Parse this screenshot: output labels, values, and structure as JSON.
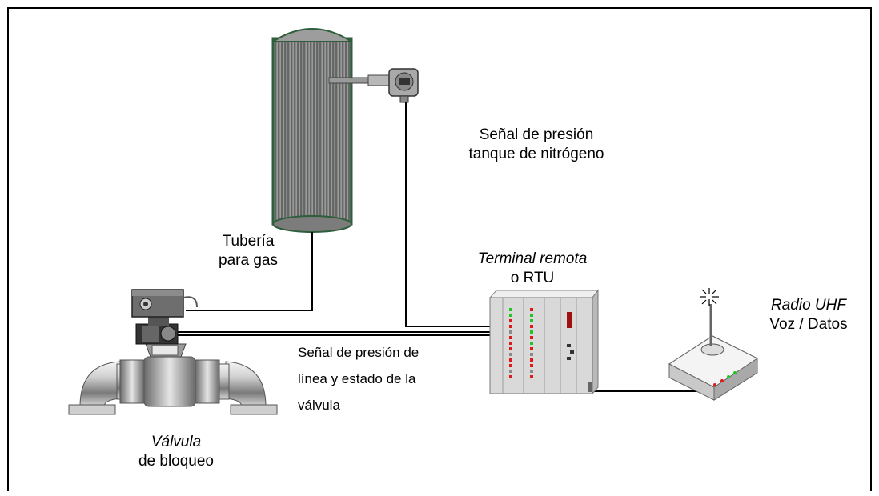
{
  "labels": {
    "tank_signal_line1": "Señal de presión",
    "tank_signal_line2": "tanque de nitrógeno",
    "pipe_line1": "Tubería",
    "pipe_line2": "para gas",
    "rtu_line1": "Terminal remota",
    "rtu_line2": "o RTU",
    "radio_line1": "Radio UHF",
    "radio_line2": "Voz / Datos",
    "line_signal_1": "Señal de presión de",
    "line_signal_2": "línea  y estado  de la",
    "line_signal_3": "válvula",
    "valve_line1": "Válvula",
    "valve_line2": "de bloqueo"
  },
  "colors": {
    "tank_edge": "#2e5e3a",
    "tank_body": "#8f8f8f",
    "led_red": "#e01818",
    "led_green": "#22c422",
    "led_grey": "#8a8a8a",
    "rack": "#d9d9d9"
  }
}
